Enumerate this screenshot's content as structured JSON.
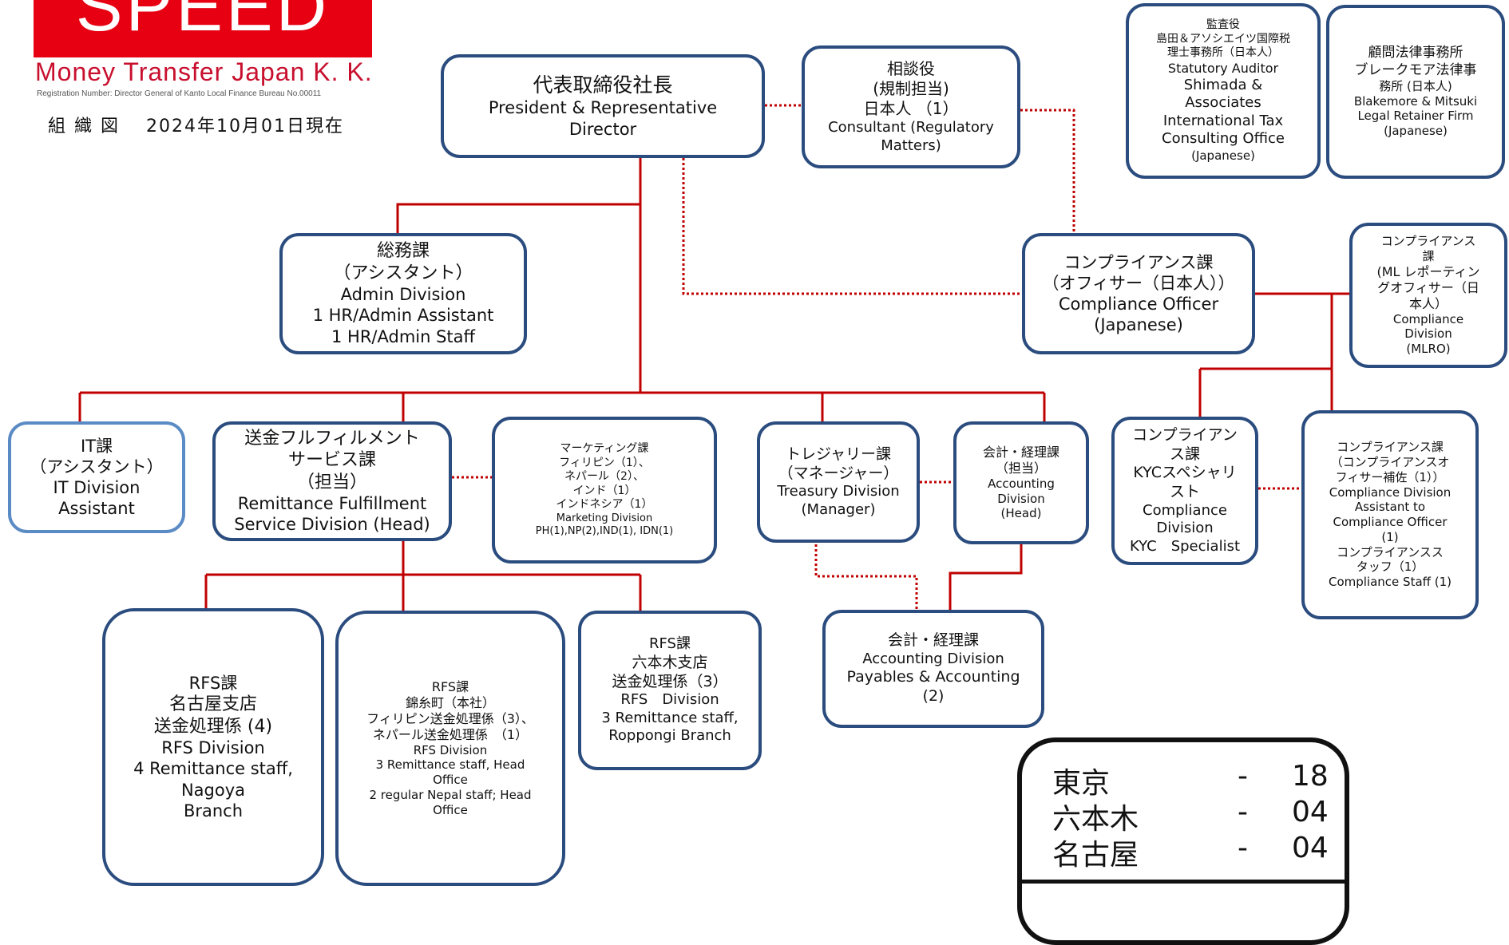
{
  "header": {
    "logo_text": "SPEED",
    "company": "Money Transfer Japan K. K.",
    "registration": "Registration Number: Director General of Kanto Local Finance Bureau No.00011",
    "title": "組 織 図　 2024年10月01日現在"
  },
  "nodes": {
    "president": [
      "代表取締役社長",
      "President & Representative",
      "Director"
    ],
    "consultant": [
      "相談役",
      "(規制担当)",
      "日本人 （1）",
      "Consultant (Regulatory",
      "Matters)"
    ],
    "auditor": [
      "監査役",
      "島田＆アソシエイツ国際税",
      "理士事務所（日本人）",
      "Statutory Auditor",
      "Shimada &",
      "Associates",
      "International Tax",
      "Consulting Office",
      "(Japanese)"
    ],
    "legal": [
      "顧問法律事務所",
      "ブレークモア法律事",
      "務所 (日本人)",
      "Blakemore & Mitsuki",
      "Legal Retainer Firm",
      "(Japanese)"
    ],
    "admin": [
      "総務課",
      "（アシスタント）",
      "Admin Division",
      "1 HR/Admin Assistant",
      "1 HR/Admin Staff"
    ],
    "compliance_officer": [
      "コンプライアンス課",
      "（オフィサー（日本人））",
      "Compliance Officer",
      "(Japanese)"
    ],
    "mlro": [
      "コンプライアンス",
      "課",
      "(ML レポーティン",
      "グオフィサー（日",
      "本人）",
      "Compliance",
      "Division",
      "(MLRO)"
    ],
    "it": [
      "IT課",
      "（アシスタント）",
      "IT Division",
      "Assistant"
    ],
    "rfs": [
      "送金フルフィルメント",
      "サービス課",
      "（担当）",
      "Remittance Fulfillment",
      "Service Division (Head)"
    ],
    "marketing": [
      "マーケティング課",
      "フィリピン（1）、",
      "ネパール（2）、",
      "インド（1）",
      "インドネシア（1）",
      "Marketing Division",
      "PH(1),NP(2),IND(1), IDN(1)"
    ],
    "treasury": [
      "トレジャリー課",
      "（マネージャー）",
      "Treasury Division",
      "(Manager)"
    ],
    "accounting_head": [
      "会計・経理課",
      "（担当）",
      "Accounting",
      "Division",
      "(Head)"
    ],
    "kyc": [
      "コンプライアン",
      "ス課",
      "KYCスペシャリ",
      "スト",
      "Compliance",
      "Division",
      "KYC　Specialist"
    ],
    "compliance_assistant": [
      "コンプライアンス課",
      "（コンプライアンスオ",
      "フィサー補佐（1））",
      "Compliance Division",
      "Assistant to",
      "Compliance Officer",
      "(1)",
      " ",
      "コンプライアンスス",
      "タッフ（1）",
      "Compliance Staff (1)"
    ],
    "rfs_nagoya": [
      "RFS課",
      "名古屋支店",
      "送金処理係 (4)",
      "RFS Division",
      "4 Remittance staff,",
      "Nagoya",
      "Branch"
    ],
    "rfs_head_office": [
      "RFS課",
      "錦糸町（本社）",
      "フィリピン送金処理係（3）、",
      "ネパール送金処理係　（1）",
      "RFS Division",
      "3 Remittance staff, Head",
      "Office",
      "2 regular Nepal staff; Head",
      "Office"
    ],
    "rfs_roppongi": [
      "RFS課",
      "六本木支店",
      "送金処理係（3）",
      "RFS　Division",
      "3 Remittance staff,",
      "Roppongi Branch"
    ],
    "accounting_payables": [
      "会計・経理課",
      "Accounting Division",
      "Payables & Accounting",
      "(2)"
    ]
  },
  "legend": [
    {
      "city": "東京",
      "dash": "-",
      "count": "18"
    },
    {
      "city": "六本木",
      "dash": "-",
      "count": "04"
    },
    {
      "city": "名古屋",
      "dash": "-",
      "count": "04"
    }
  ],
  "colors": {
    "solid_line": "#c00000",
    "dotted_line": "#c00000",
    "box_border": "#2b4c7e",
    "it_box_border": "#5b8bc4",
    "logo_bg": "#e60012",
    "company_text": "#c8102e"
  }
}
